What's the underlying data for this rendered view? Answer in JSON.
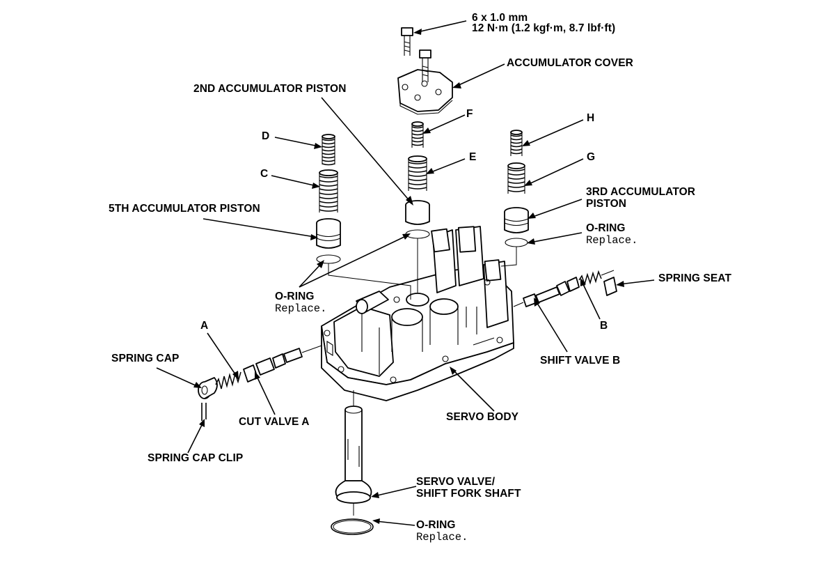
{
  "labels": {
    "bolt_spec_line1": "6 x 1.0 mm",
    "bolt_spec_line2": "12 N·m (1.2 kgf·m, 8.7 lbf·ft)",
    "accumulator_cover": "ACCUMULATOR COVER",
    "second_accumulator_piston": "2ND ACCUMULATOR PISTON",
    "spring_d": "D",
    "spring_c": "C",
    "spring_f": "F",
    "spring_e": "E",
    "spring_h": "H",
    "spring_g": "G",
    "fifth_accumulator_piston": "5TH ACCUMULATOR PISTON",
    "third_accumulator_piston_line1": "3RD ACCUMULATOR",
    "third_accumulator_piston_line2": "PISTON",
    "o_ring_right": "O-RING",
    "o_ring_right_note": "Replace.",
    "o_ring_left": "O-RING",
    "o_ring_left_note": "Replace.",
    "spring_seat": "SPRING SEAT",
    "spring_b": "B",
    "shift_valve_b": "SHIFT VALVE B",
    "spring_a": "A",
    "spring_cap": "SPRING CAP",
    "cut_valve_a": "CUT VALVE A",
    "servo_body": "SERVO BODY",
    "spring_cap_clip": "SPRING CAP CLIP",
    "servo_valve_line1": "SERVO VALVE/",
    "servo_valve_line2": "SHIFT FORK SHAFT",
    "o_ring_bottom": "O-RING",
    "o_ring_bottom_note": "Replace."
  }
}
